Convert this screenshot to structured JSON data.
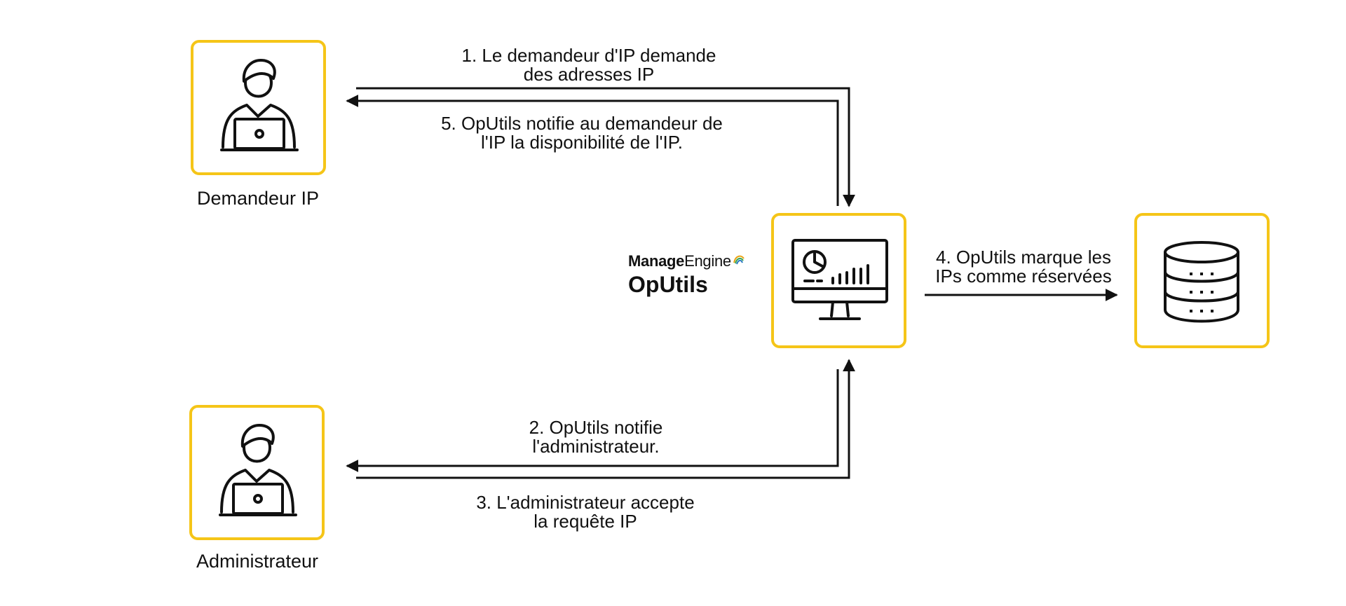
{
  "colors": {
    "node_border": "#F5C518",
    "line": "#111111",
    "text": "#111111",
    "background": "#FFFFFF"
  },
  "brand": {
    "vendor_bold": "Manage",
    "vendor_regular": "Engine",
    "product": "OpUtils"
  },
  "nodes": {
    "requester": {
      "caption": "Demandeur IP",
      "icon": "user-laptop-icon"
    },
    "admin": {
      "caption": "Administrateur",
      "icon": "user-laptop-icon"
    },
    "oputils": {
      "icon": "monitor-dashboard-icon"
    },
    "database": {
      "icon": "database-icon"
    }
  },
  "steps": {
    "step1": {
      "line1": "1. Le demandeur d'IP demande",
      "line2": "des adresses IP"
    },
    "step5": {
      "line1": "5. OpUtils notifie au demandeur de",
      "line2": "l'IP la disponibilité de l'IP."
    },
    "step4": {
      "line1": "4. OpUtils marque les",
      "line2": "IPs comme réservées"
    },
    "step2": {
      "line1": "2. OpUtils notifie",
      "line2": "l'administrateur."
    },
    "step3": {
      "line1": "3. L'administrateur accepte",
      "line2": "la requête IP"
    }
  }
}
